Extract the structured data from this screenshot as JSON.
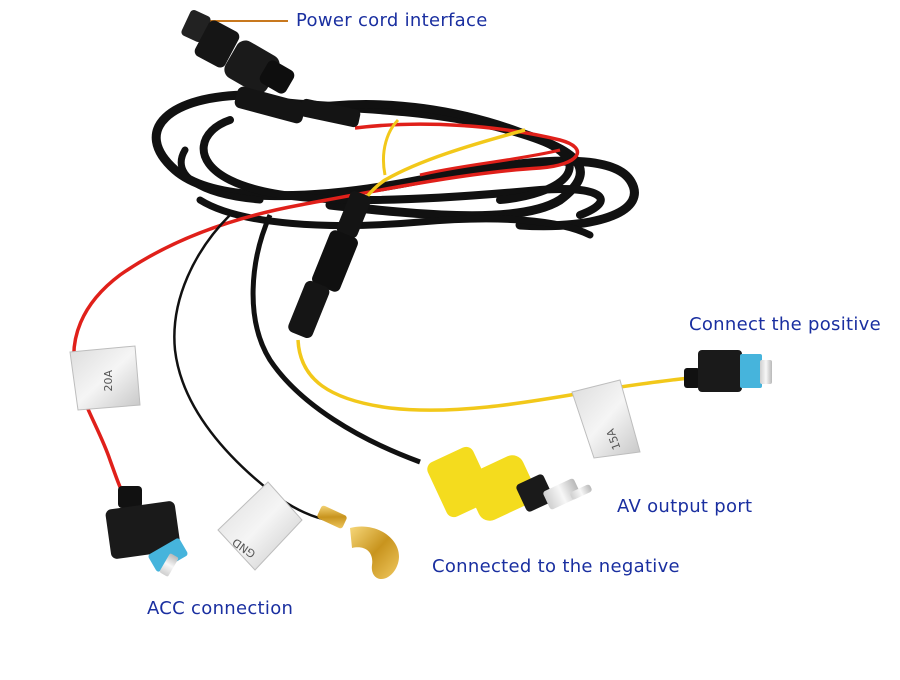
{
  "labels": {
    "power_cord_interface": "Power cord interface",
    "connect_positive": "Connect the positive",
    "av_output_port": "AV output port",
    "connected_negative": "Connected to the negative",
    "acc_connection": "ACC connection"
  },
  "tags": {
    "red_wire_fuse": "20A",
    "ground_wire": "GND",
    "yellow_wire": "15A"
  },
  "colors": {
    "label_text": "#1a2fa0",
    "leader_line": "#c8781e",
    "cable_black": "#111111",
    "wire_red": "#e0201a",
    "wire_yellow": "#f2c81a",
    "rca_yellow": "#f4dc1e",
    "fuse_blue": "#46b4dc"
  }
}
